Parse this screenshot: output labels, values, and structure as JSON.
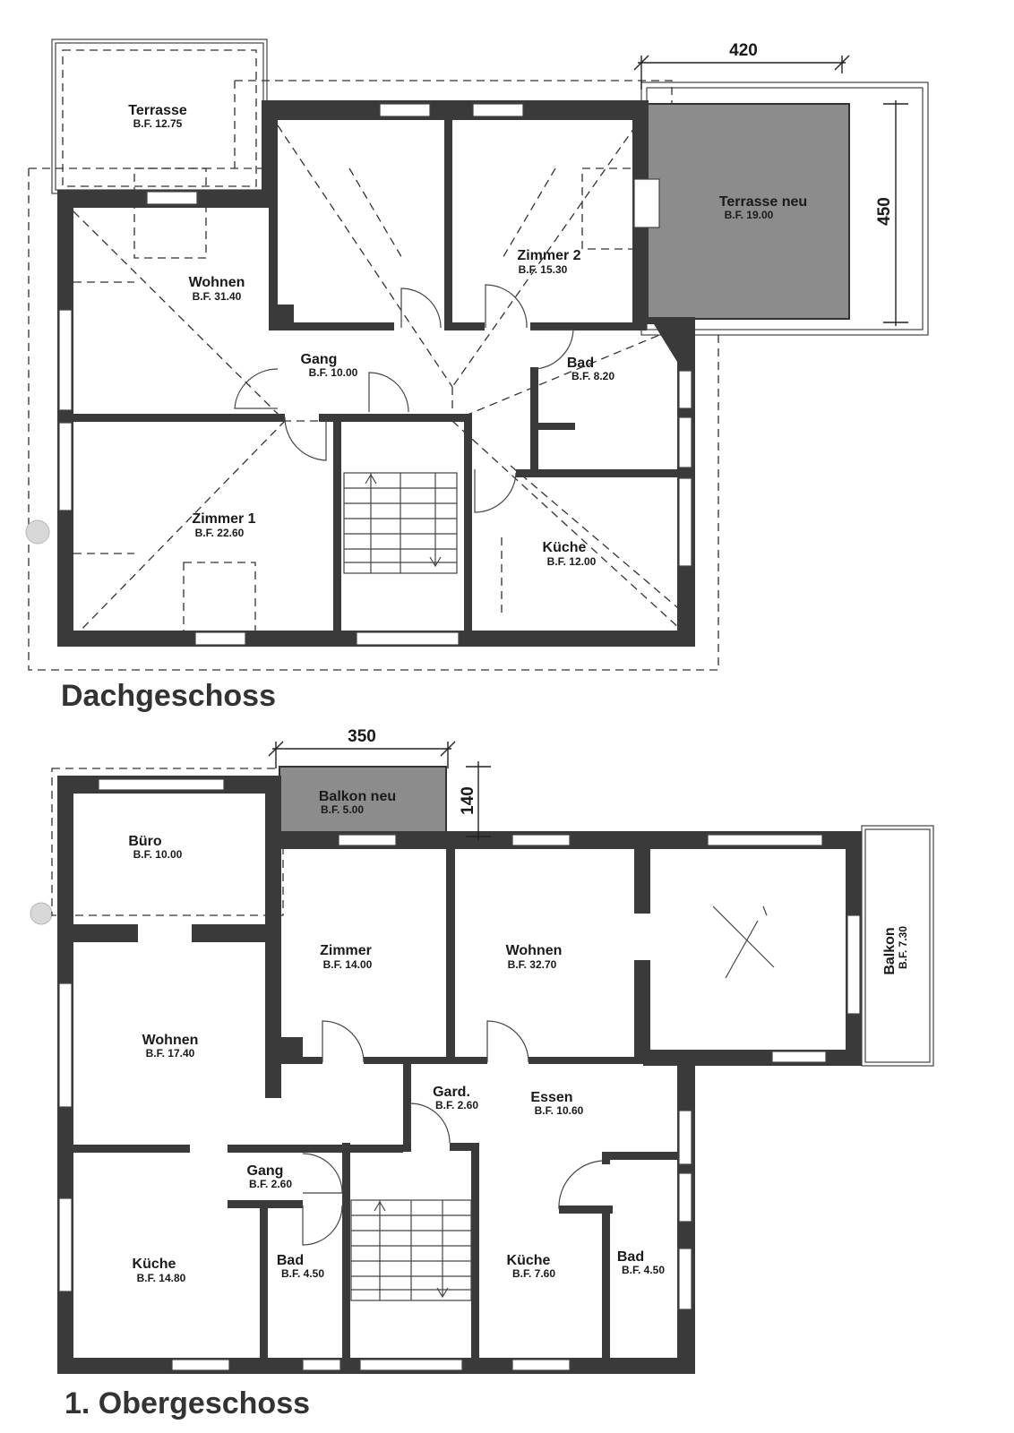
{
  "floors": {
    "dach": {
      "title": "Dachgeschoss",
      "dimensions": {
        "terrace_width": "420",
        "terrace_depth": "450"
      },
      "rooms": {
        "terrasse": {
          "name": "Terrasse",
          "area": "B.F. 12.75"
        },
        "terrasse_neu": {
          "name": "Terrasse neu",
          "area": "B.F. 19.00"
        },
        "wohnen": {
          "name": "Wohnen",
          "area": "B.F. 31.40"
        },
        "zimmer2": {
          "name": "Zimmer 2",
          "area": "B.F. 15.30"
        },
        "gang": {
          "name": "Gang",
          "area": "B.F. 10.00"
        },
        "bad": {
          "name": "Bad",
          "area": "B.F. 8.20"
        },
        "zimmer1": {
          "name": "Zimmer 1",
          "area": "B.F. 22.60"
        },
        "kueche": {
          "name": "Küche",
          "area": "B.F. 12.00"
        }
      }
    },
    "ober": {
      "title": "1. Obergeschoss",
      "dimensions": {
        "balcony_width": "350",
        "balcony_depth": "140"
      },
      "rooms": {
        "balkon_neu": {
          "name": "Balkon neu",
          "area": "B.F. 5.00"
        },
        "buero": {
          "name": "Büro",
          "area": "B.F. 10.00"
        },
        "zimmer": {
          "name": "Zimmer",
          "area": "B.F. 14.00"
        },
        "wohnen2": {
          "name": "Wohnen",
          "area": "B.F. 32.70"
        },
        "balkon": {
          "name": "Balkon",
          "area": "B.F. 7.30"
        },
        "wohnen1": {
          "name": "Wohnen",
          "area": "B.F. 17.40"
        },
        "gard": {
          "name": "Gard.",
          "area": "B.F. 2.60"
        },
        "essen": {
          "name": "Essen",
          "area": "B.F. 10.60"
        },
        "gang": {
          "name": "Gang",
          "area": "B.F. 2.60"
        },
        "kueche1": {
          "name": "Küche",
          "area": "B.F. 14.80"
        },
        "bad1": {
          "name": "Bad",
          "area": "B.F. 4.50"
        },
        "kueche2": {
          "name": "Küche",
          "area": "B.F. 7.60"
        },
        "bad2": {
          "name": "Bad",
          "area": "B.F. 4.50"
        }
      }
    }
  },
  "colors": {
    "wall": "#3a3a3a",
    "new_area": "#8c8c8c"
  }
}
